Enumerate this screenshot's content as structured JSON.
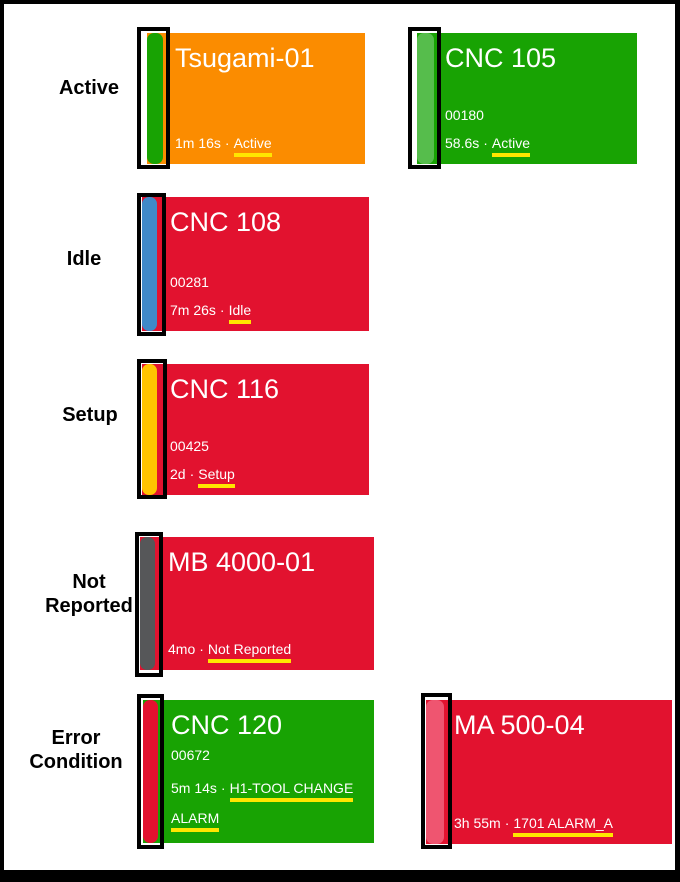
{
  "separator": "·",
  "underline_color": "#ffe600",
  "rows": [
    {
      "label": "Active",
      "cards": [
        {
          "title": "Tsugami-01",
          "duration": "1m 16s",
          "status": "Active",
          "colors": {
            "bg": "#fb8c00",
            "bar": "#18a303"
          }
        },
        {
          "title": "CNC 105",
          "program": "00180",
          "duration": "58.6s",
          "status": "Active",
          "colors": {
            "bg": "#18a303",
            "bar": "#56bd4c"
          }
        }
      ]
    },
    {
      "label": "Idle",
      "cards": [
        {
          "title": "CNC 108",
          "program": "00281",
          "duration": "7m 26s",
          "status": "Idle",
          "colors": {
            "bg": "#e2122f",
            "bar": "#4089c8"
          }
        }
      ]
    },
    {
      "label": "Setup",
      "cards": [
        {
          "title": "CNC 116",
          "program": "00425",
          "duration": "2d",
          "status": "Setup",
          "colors": {
            "bg": "#e2122f",
            "bar": "#ffc400"
          }
        }
      ]
    },
    {
      "label": "Not Reported",
      "cards": [
        {
          "title": "MB 4000-01",
          "duration": "4mo",
          "status": "Not Reported",
          "colors": {
            "bg": "#e2122f",
            "bar": "#565759"
          }
        }
      ]
    },
    {
      "label": "Error Condition",
      "cards": [
        {
          "title": "CNC 120",
          "program": "00672",
          "duration": "5m 14s",
          "status": "H1-TOOL CHANGE ALARM",
          "colors": {
            "bg": "#18a303",
            "bar": "#e2122f"
          }
        },
        {
          "title": "MA 500-04",
          "duration": "3h 55m",
          "status": "1701 ALARM_A",
          "colors": {
            "bg": "#e2122f",
            "bar": "#ef5570"
          }
        }
      ]
    }
  ]
}
